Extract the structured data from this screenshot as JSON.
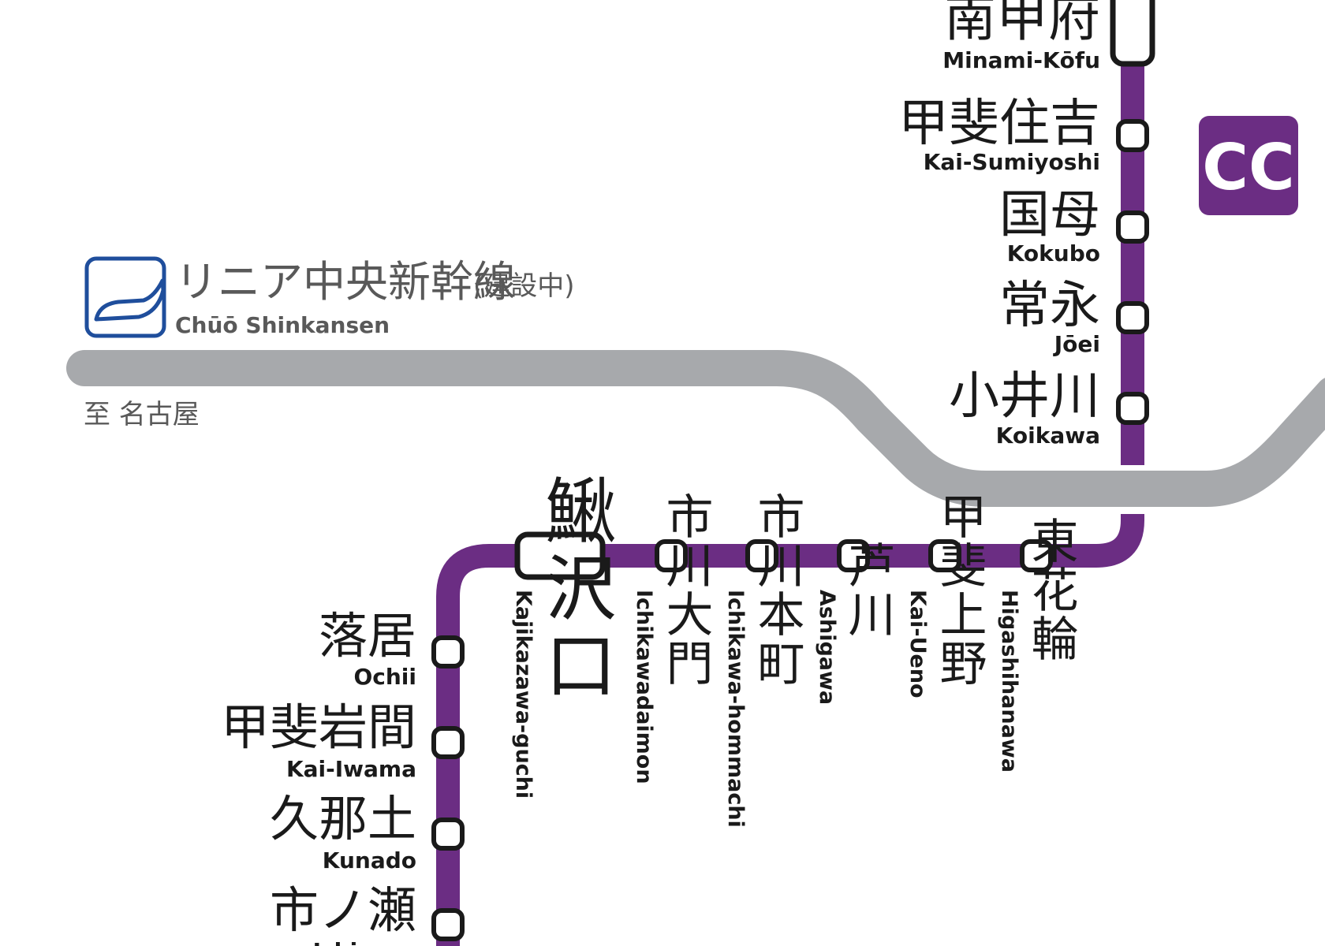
{
  "colors": {
    "line": "#6b2d83",
    "shinkansen": "#a7a9ac",
    "badge_bg": "#6b2d83",
    "shinkansen_icon": "#1f4e9c",
    "station_fill": "#ffffff",
    "station_stroke": "#1a1a1a",
    "text": "#1a1a1a",
    "muted_text": "#595959"
  },
  "line_badge": {
    "code": "CC"
  },
  "shinkansen": {
    "icon": "maglev-train-icon",
    "name_ja": "リニア中央新幹線",
    "status_ja": "(建設中)",
    "name_en": "Chūō Shinkansen",
    "direction_ja": "至 名古屋"
  },
  "stations": {
    "vertical_top": [
      {
        "ja": "南甲府",
        "en": "Minami-Kōfu",
        "major": true
      },
      {
        "ja": "甲斐住吉",
        "en": "Kai-Sumiyoshi"
      },
      {
        "ja": "国母",
        "en": "Kokubo"
      },
      {
        "ja": "常永",
        "en": "Jōei"
      },
      {
        "ja": "小井川",
        "en": "Koikawa"
      }
    ],
    "horizontal": [
      {
        "ja": "鰍沢口",
        "en": "Kajikazawa-guchi",
        "major": true
      },
      {
        "ja": "市川大門",
        "en": "Ichikawadaimon"
      },
      {
        "ja": "市川本町",
        "en": "Ichikawa-hommachi"
      },
      {
        "ja": "芦川",
        "en": "Ashigawa"
      },
      {
        "ja": "甲斐上野",
        "en": "Kai-Ueno"
      },
      {
        "ja": "東花輪",
        "en": "Higashihanawa"
      }
    ],
    "vertical_bottom": [
      {
        "ja": "落居",
        "en": "Ochii"
      },
      {
        "ja": "甲斐岩間",
        "en": "Kai-Iwama"
      },
      {
        "ja": "久那土",
        "en": "Kunado"
      },
      {
        "ja": "市ノ瀬",
        "en": "Ichinose"
      }
    ]
  }
}
